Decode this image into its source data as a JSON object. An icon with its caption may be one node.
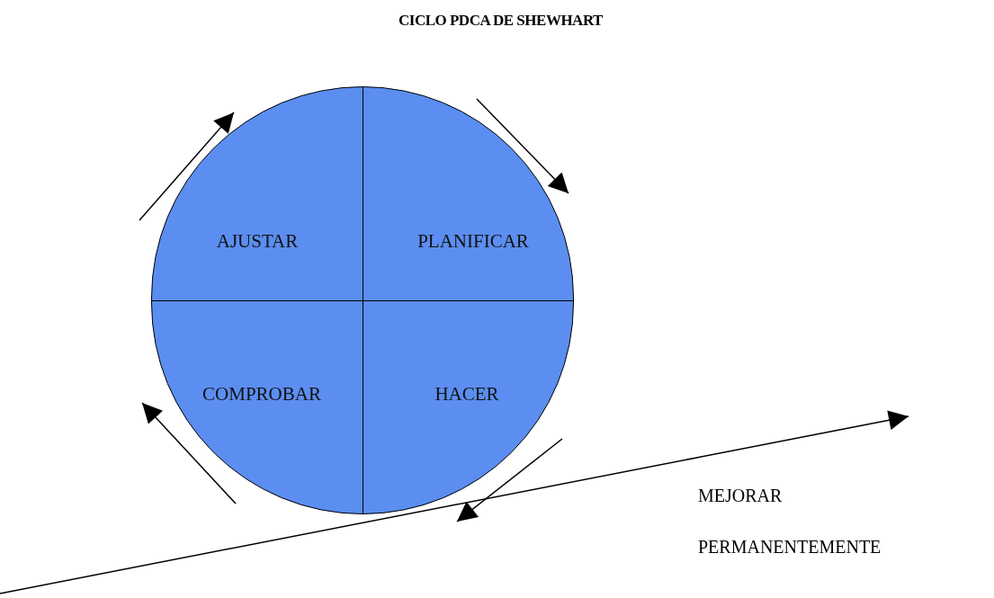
{
  "diagram": {
    "title": "CICLO PDCA DE SHEWHART",
    "nodes": [
      {
        "text": [],
        "shape": "circle"
      },
      {
        "text": [
          "AJUSTAR"
        ],
        "in": 0
      },
      {
        "text": [
          "PLANIFICAR"
        ],
        "in": 0
      },
      {
        "text": [
          "COMPROBAR"
        ],
        "in": 0
      },
      {
        "text": [
          "HACER"
        ],
        "in": 0
      }
    ],
    "labels": [
      "MEJORAR",
      "PERMANENTEMENTE"
    ]
  }
}
